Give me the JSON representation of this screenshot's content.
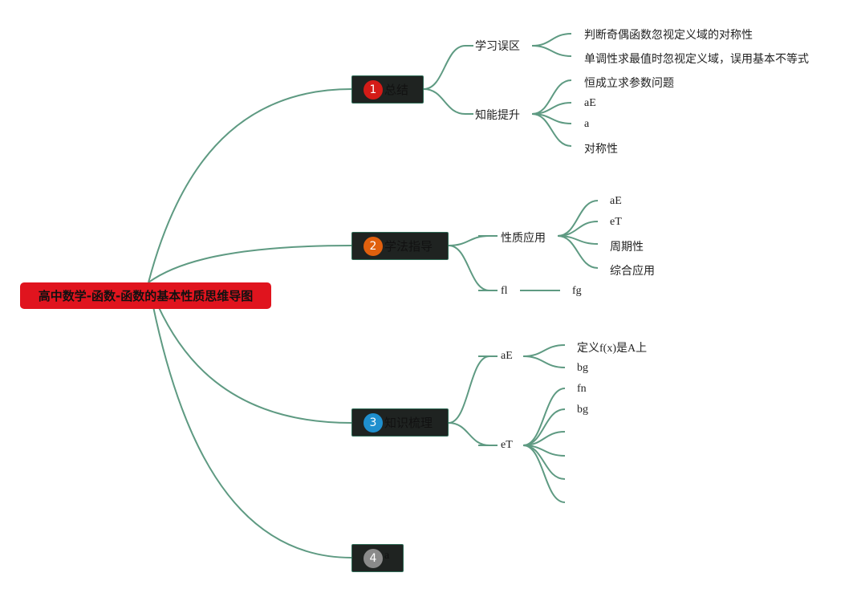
{
  "root": {
    "title": "高中数学-函数-函数的基本性质思维导图"
  },
  "colors": {
    "edge": "#5e9a82",
    "root": "#e0141e",
    "badge1": "#d41b17",
    "badge2": "#e0600e",
    "badge3": "#1f8fce",
    "badge4": "#8a8a8a"
  },
  "branches": [
    {
      "number": "1",
      "label": "总结",
      "children": [
        {
          "label": "学习误区",
          "children": [
            "判断奇偶函数忽视定义域的对称性",
            "单调性求最值时忽视定义域，误用基本不等式"
          ]
        },
        {
          "label": "知能提升",
          "children": [
            "恒成立求参数问题",
            "aE",
            "a",
            "对称性"
          ]
        }
      ]
    },
    {
      "number": "2",
      "label": "学法指导",
      "children": [
        {
          "label": "性质应用",
          "children": [
            "aE",
            "eT",
            "周期性",
            "综合应用"
          ]
        },
        {
          "label": "fl",
          "children": [
            "fg"
          ]
        }
      ]
    },
    {
      "number": "3",
      "label": "知识梳理",
      "children": [
        {
          "label": "aE",
          "children": [
            "定义f(x)是A上",
            "bg"
          ]
        },
        {
          "label": "eT",
          "children": [
            "fn",
            "bg",
            "",
            "",
            "",
            ""
          ]
        }
      ]
    },
    {
      "number": "4",
      "label": "a",
      "children": []
    }
  ]
}
